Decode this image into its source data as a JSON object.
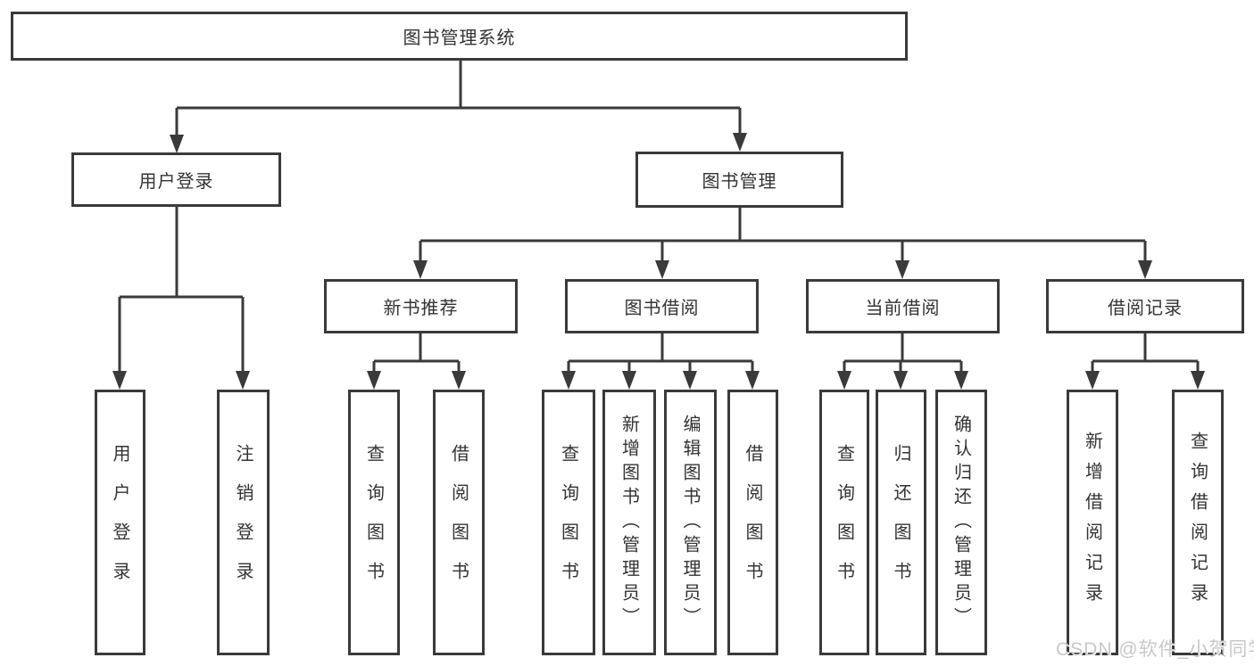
{
  "diagram": {
    "type": "hierarchy",
    "orientation": "top-down",
    "line_color": "#3a3a3a",
    "box_background": "#ffffff",
    "text_color": "#333333",
    "tree": {
      "label": "图书管理系统",
      "children": [
        {
          "label": "用户登录",
          "children": [
            {
              "label": "用户登录"
            },
            {
              "label": "注销登录"
            }
          ]
        },
        {
          "label": "图书管理",
          "children": [
            {
              "label": "新书推荐",
              "children": [
                {
                  "label": "查询图书"
                },
                {
                  "label": "借阅图书"
                }
              ]
            },
            {
              "label": "图书借阅",
              "children": [
                {
                  "label": "查询图书"
                },
                {
                  "label": "新增图书（管理员）"
                },
                {
                  "label": "编辑图书（管理员）"
                },
                {
                  "label": "借阅图书"
                }
              ]
            },
            {
              "label": "当前借阅",
              "children": [
                {
                  "label": "查询图书"
                },
                {
                  "label": "归还图书"
                },
                {
                  "label": "确认归还（管理员）"
                }
              ]
            },
            {
              "label": "借阅记录",
              "children": [
                {
                  "label": "新增借阅记录"
                },
                {
                  "label": "查询借阅记录"
                }
              ]
            }
          ]
        }
      ]
    }
  },
  "watermark": {
    "text": "CSDN @软件_小贺同学",
    "color": "#c8c8c8"
  }
}
